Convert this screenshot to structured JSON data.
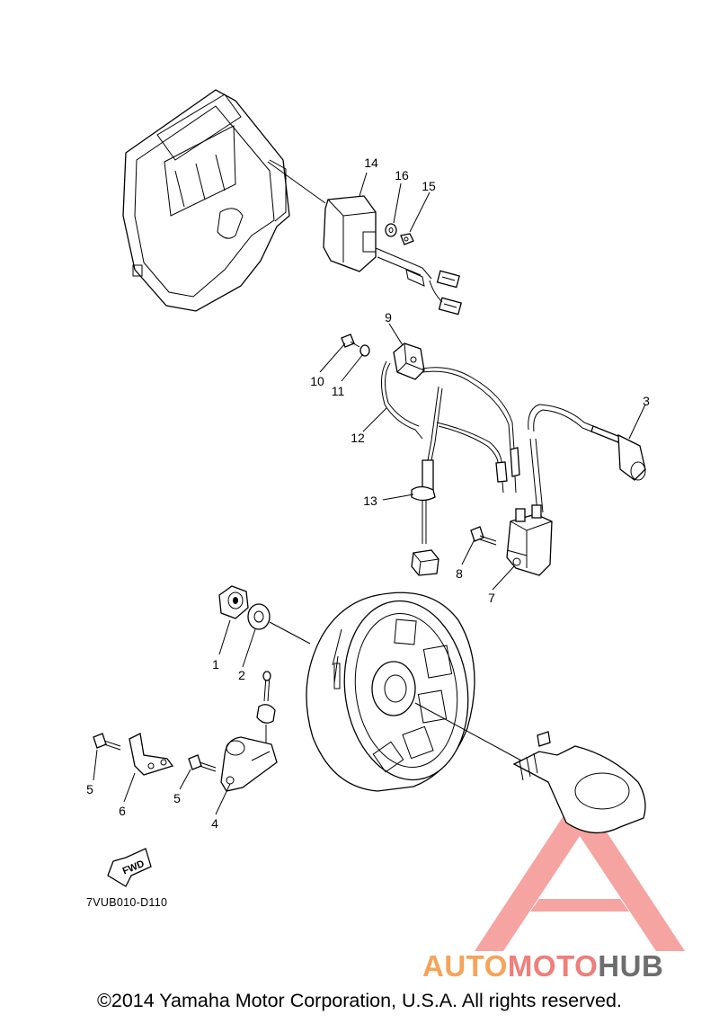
{
  "diagram": {
    "callouts": [
      {
        "id": "1",
        "label": "1"
      },
      {
        "id": "2",
        "label": "2"
      },
      {
        "id": "3",
        "label": "3"
      },
      {
        "id": "4",
        "label": "4"
      },
      {
        "id": "5a",
        "label": "5"
      },
      {
        "id": "5b",
        "label": "5"
      },
      {
        "id": "6",
        "label": "6"
      },
      {
        "id": "7",
        "label": "7"
      },
      {
        "id": "8",
        "label": "8"
      },
      {
        "id": "9",
        "label": "9"
      },
      {
        "id": "10",
        "label": "10"
      },
      {
        "id": "11",
        "label": "11"
      },
      {
        "id": "12",
        "label": "12"
      },
      {
        "id": "13",
        "label": "13"
      },
      {
        "id": "14",
        "label": "14"
      },
      {
        "id": "15",
        "label": "15"
      },
      {
        "id": "16",
        "label": "16"
      }
    ],
    "fwd_label": "FWD",
    "diagram_code": "7VUB010-D110"
  },
  "watermark": {
    "part1": "AUTO",
    "part2": "MOTO",
    "part3": "HUB"
  },
  "footer": {
    "copyright": "©2014 Yamaha Motor Corporation, U.S.A. All rights reserved."
  },
  "colors": {
    "watermark_triangle": "#ee5a55",
    "watermark_auto": "#f6a35a",
    "watermark_moto": "#f07e7a",
    "watermark_hub": "#6e6e6e"
  }
}
